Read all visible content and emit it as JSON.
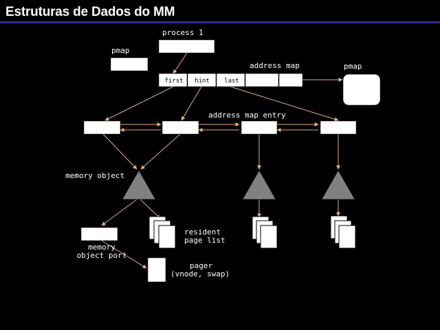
{
  "title": "Estruturas de Dados do MM",
  "labels": {
    "process": "process 1",
    "pmap_left": "pmap",
    "address_map": "address map",
    "pmap_right": "pmap",
    "address_map_entry": "address map entry",
    "memory_object": "memory object",
    "resident_line1": "resident",
    "resident_line2": "page list",
    "memory_port_line1": "memory",
    "memory_port_line2": "object port",
    "pager_line1": "pager",
    "pager_line2": "(vnode, swap)"
  },
  "map_cells": [
    "first",
    "hint",
    "last",
    "",
    ""
  ],
  "colors": {
    "background": "#000000",
    "box_fill": "#ffffff",
    "arrow": "#e8b07a",
    "triangle": "#808080",
    "title_rule": "#2b2f8f"
  }
}
